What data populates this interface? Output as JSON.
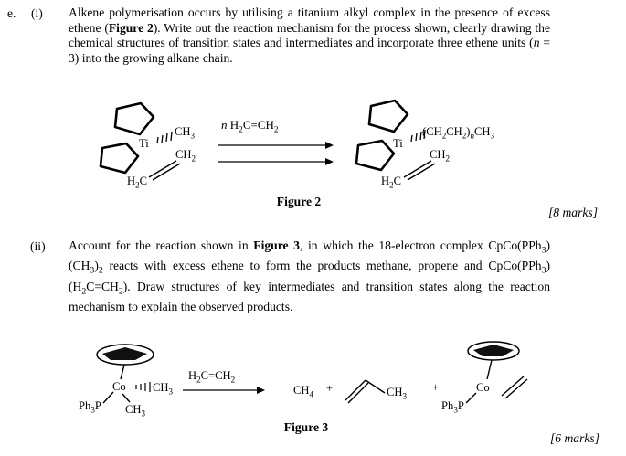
{
  "doc": {
    "part_label": "e.",
    "q1": {
      "num": "(i)",
      "body_html": "Alkene polymerisation occurs by utilising a titanium alkyl complex in the presence of excess ethene (<b>Figure 2</b>). Write out the reaction mechanism for the process shown, clearly drawing the chemical structures of transition states and intermediates and incorporate three ethene units (<i>n</i> = 3) into the growing alkane chain.",
      "marks": "[8 marks]"
    },
    "fig2": {
      "caption": "Figure 2",
      "reagent_html": "<i>n</i> H<sub>2</sub>C=CH<sub>2</sub>",
      "left": {
        "metal": "Ti",
        "alkyl_html": "CH<sub>3</sub>",
        "ethene_top_html": "CH<sub>2</sub>",
        "ethene_bottom_html": "H<sub>2</sub>C"
      },
      "right": {
        "metal": "Ti",
        "alkyl_html": "(CH<sub>2</sub>CH<sub>2</sub>)<sub><i>n</i></sub>CH<sub>3</sub>",
        "ethene_top_html": "CH<sub>2</sub>",
        "ethene_bottom_html": "H<sub>2</sub>C"
      }
    },
    "q2": {
      "num": "(ii)",
      "body_html": "Account for the reaction shown in <b>Figure 3</b>, in which the 18-electron complex CpCo(PPh<sub>3</sub>)(CH<sub>3</sub>)<sub>2</sub> reacts with excess ethene to form the products methane, propene and CpCo(PPh<sub>3</sub>)(H<sub>2</sub>C=CH<sub>2</sub>). Draw structures of key intermediates and transition states along the reaction mechanism to explain the observed products.",
      "marks": "[6 marks]"
    },
    "fig3": {
      "caption": "Figure 3",
      "arrow_label_html": "H<sub>2</sub>C=CH<sub>2</sub>",
      "reactant": {
        "metal": "Co",
        "phosphine_html": "Ph<sub>3</sub>P",
        "methyl1_html": "CH<sub>3</sub>",
        "methyl2_html": "CH<sub>3</sub>"
      },
      "products": {
        "methane_html": "CH<sub>4</sub>",
        "plus1": "+",
        "propene_methyl_html": "CH<sub>3</sub>",
        "plus2": "+",
        "complex": {
          "metal": "Co",
          "phosphine_html": "Ph<sub>3</sub>P"
        }
      }
    }
  }
}
